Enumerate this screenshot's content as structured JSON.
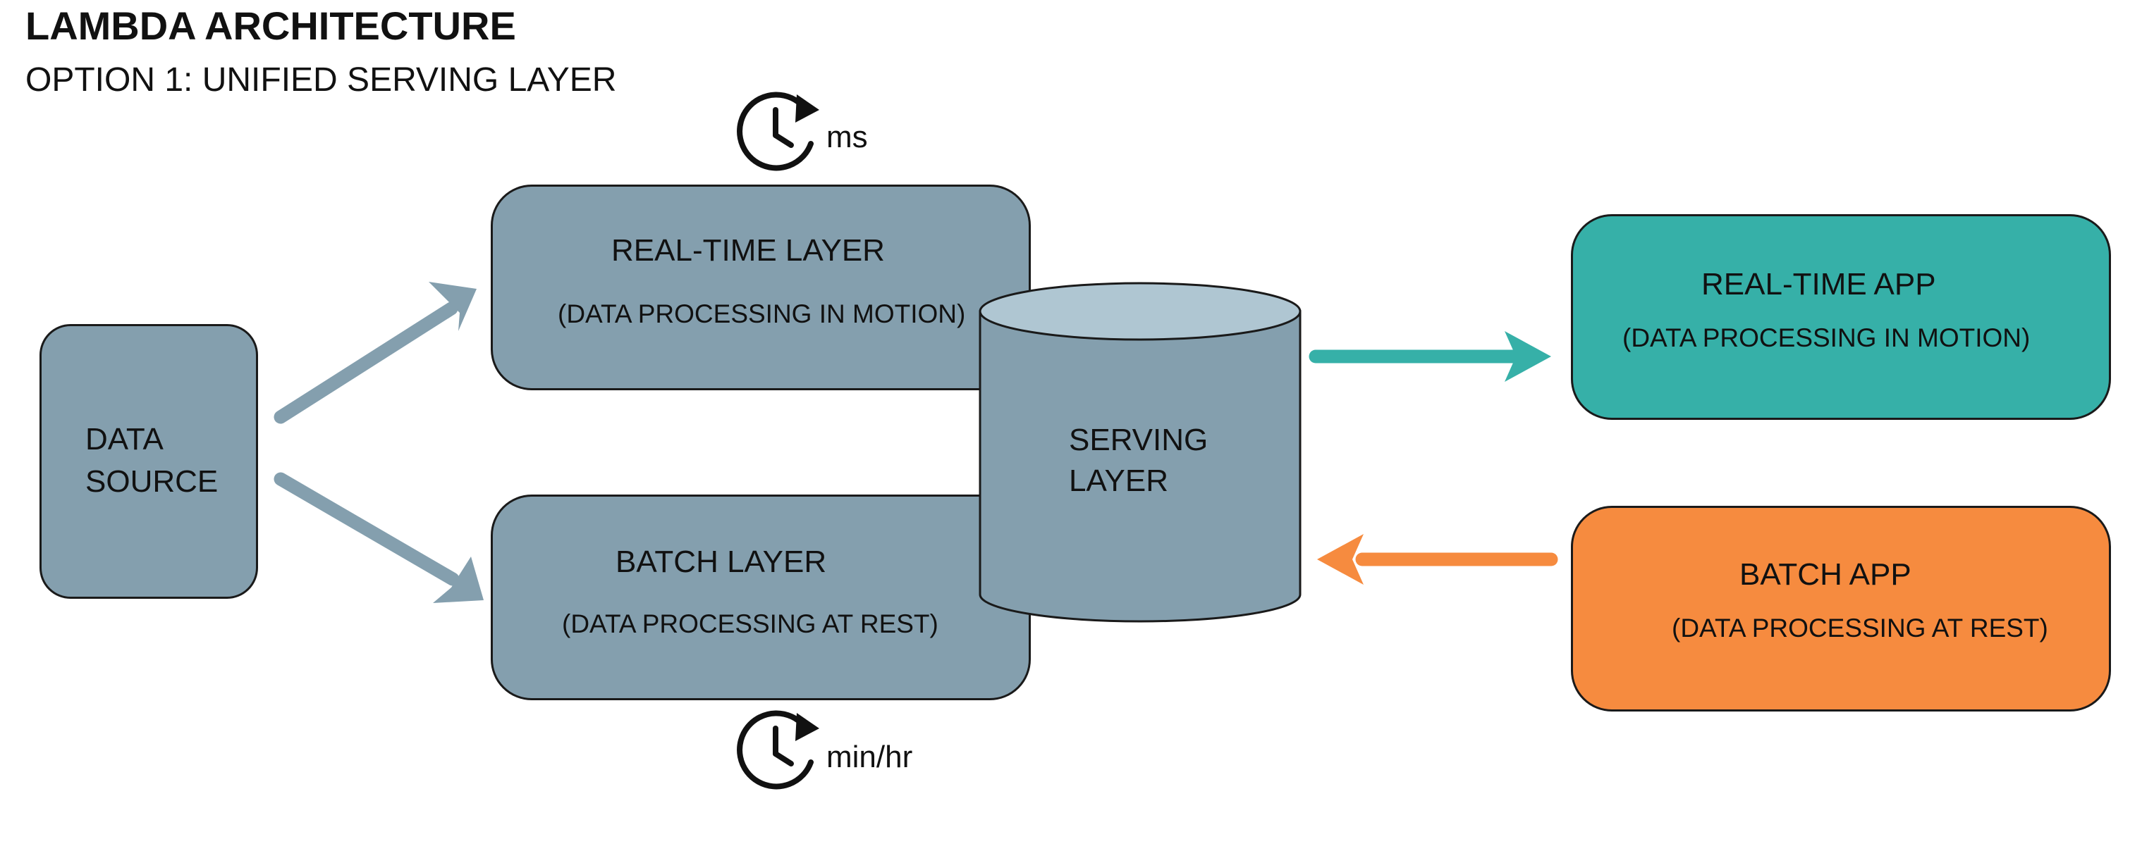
{
  "header": {
    "title": "LAMBDA ARCHITECTURE",
    "subtitle": "OPTION 1: UNIFIED SERVING LAYER"
  },
  "data_source": {
    "line1": "DATA",
    "line2": "SOURCE"
  },
  "realtime_layer": {
    "label": "REAL-TIME LAYER",
    "sub": "(DATA PROCESSING IN MOTION)",
    "latency": "ms"
  },
  "batch_layer": {
    "label": "BATCH LAYER",
    "sub": "(DATA PROCESSING AT REST)",
    "latency": "min/hr"
  },
  "serving_layer": {
    "line1": "SERVING",
    "line2": "LAYER"
  },
  "realtime_app": {
    "label": "REAL-TIME APP",
    "sub": "(DATA PROCESSING IN MOTION)"
  },
  "batch_app": {
    "label": "BATCH APP",
    "sub": "(DATA PROCESSING AT REST)"
  },
  "colors": {
    "layer": "#849fae",
    "cylinder_top": "#afc6d2",
    "realtime_app": "#36b0a8",
    "batch_app": "#f68b3f",
    "arrow_gray": "#849fae",
    "arrow_teal": "#36b0a8",
    "arrow_orange": "#f68b3f"
  },
  "icons": {
    "latency_icon": "clock-refresh-icon"
  }
}
